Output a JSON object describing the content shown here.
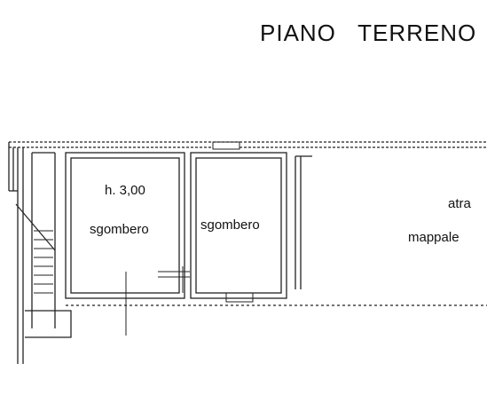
{
  "floor_title": "PIANO   TERRENO",
  "rooms": {
    "left": {
      "height_label": "h. 3,00",
      "name": "sgombero"
    },
    "right": {
      "name": "sgombero"
    }
  },
  "neighbor": {
    "line1": "atra",
    "line2": "mappale"
  }
}
